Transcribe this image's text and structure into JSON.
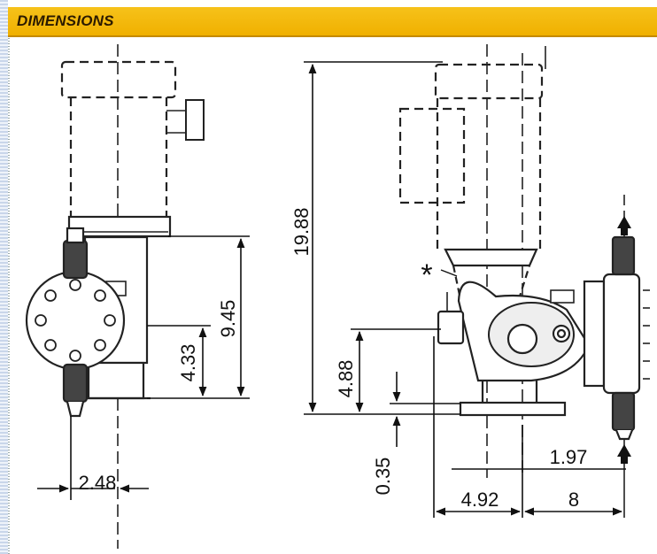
{
  "header": {
    "title": "DIMENSIONS"
  },
  "dimensions": {
    "d_248": "2.48",
    "d_433": "4.33",
    "d_945": "9.45",
    "d_1988": "19.88",
    "d_488": "4.88",
    "d_035": "0.35",
    "d_197": "1.97",
    "d_492": "4.92",
    "d_8": "8"
  },
  "annotation_mark": "*"
}
